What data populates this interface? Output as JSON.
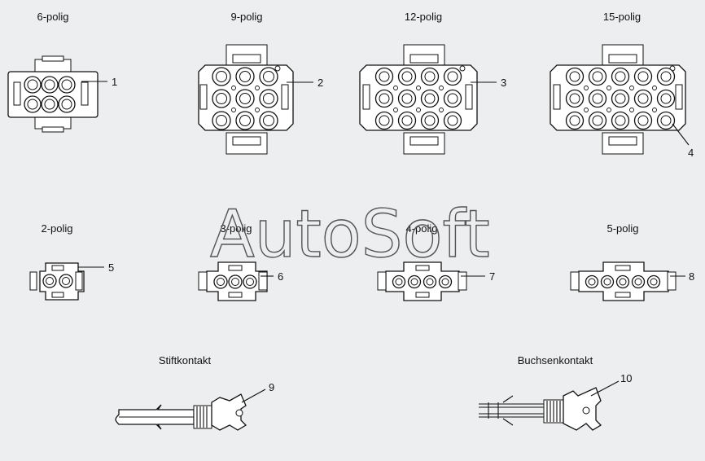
{
  "watermark": "AutoSoft",
  "connectors_large": [
    {
      "title": "6-polig",
      "number": "1"
    },
    {
      "title": "9-polig",
      "number": "2"
    },
    {
      "title": "12-polig",
      "number": "3"
    },
    {
      "title": "15-polig",
      "number": "4"
    }
  ],
  "connectors_small": [
    {
      "title": "2-polig",
      "number": "5"
    },
    {
      "title": "3-polig",
      "number": "6"
    },
    {
      "title": "4-polig",
      "number": "7"
    },
    {
      "title": "5-polig",
      "number": "8"
    }
  ],
  "contacts": [
    {
      "title": "Stiftkontakt",
      "number": "9"
    },
    {
      "title": "Buchsenkontakt",
      "number": "10"
    }
  ]
}
